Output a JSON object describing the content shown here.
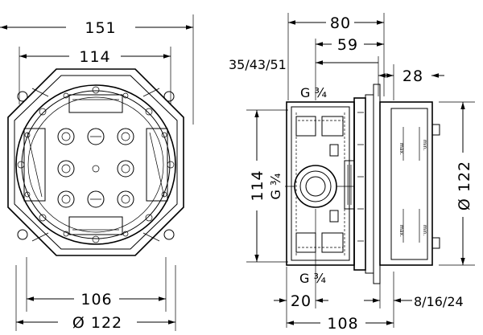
{
  "front_view": {
    "dim_overall_width": "151",
    "dim_mount_width": "114",
    "dim_bottom_width": "106",
    "dim_diameter": "Ø 122"
  },
  "side_view": {
    "dim_80": "80",
    "dim_59": "59",
    "dim_depth_options": "35/43/51",
    "dim_28": "28",
    "thread_top": "G ¾",
    "thread_mid": "G ¾",
    "thread_bottom": "G ¾",
    "dim_height": "114",
    "dim_diameter_right": "Ø 122",
    "dim_20": "20",
    "dim_108": "108",
    "dim_plaster_options": "8/16/24",
    "label_max_top": "max.",
    "label_min_top": "min.",
    "label_max_bottom": "max.",
    "label_min_bottom": "min."
  }
}
